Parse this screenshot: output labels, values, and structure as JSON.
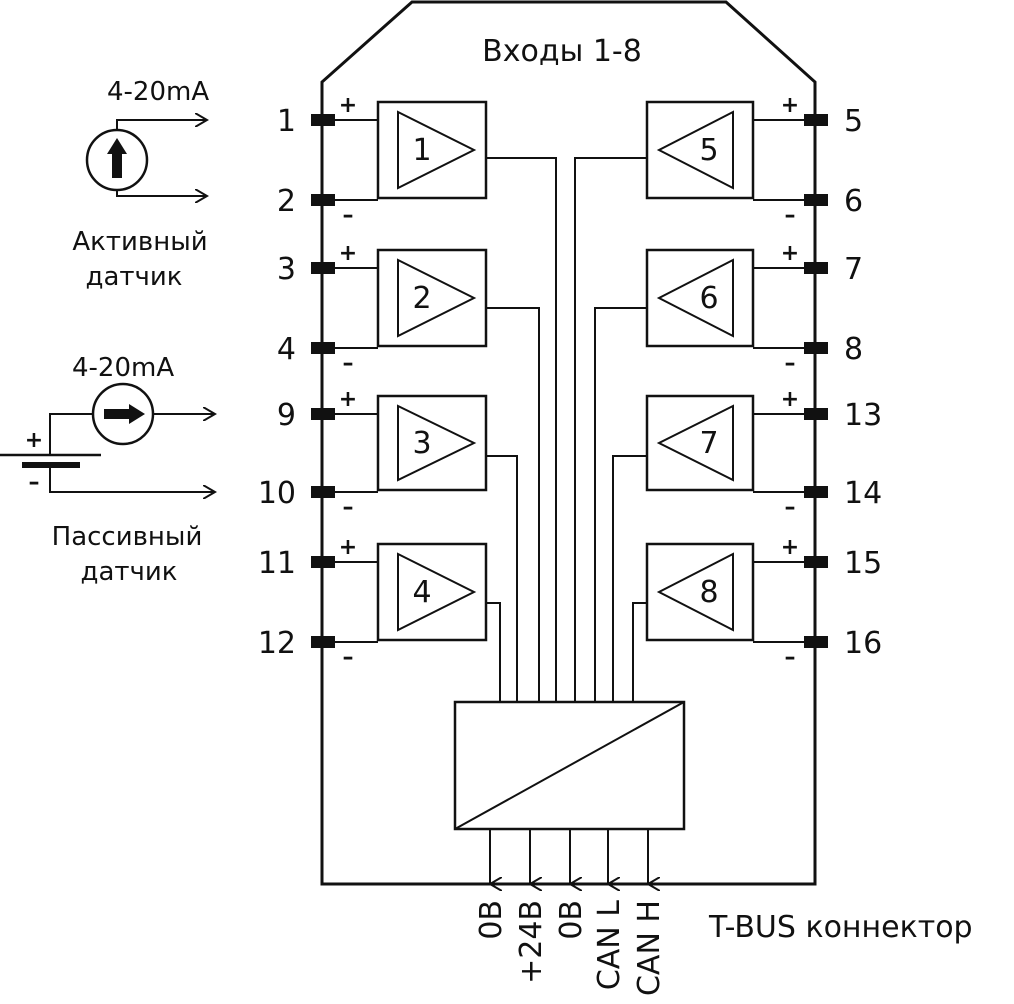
{
  "title": "Входы 1-8",
  "left_channels": [
    {
      "num": "1",
      "top_pin": "1",
      "bot_pin": "2"
    },
    {
      "num": "2",
      "top_pin": "3",
      "bot_pin": "4"
    },
    {
      "num": "3",
      "top_pin": "9",
      "bot_pin": "10"
    },
    {
      "num": "4",
      "top_pin": "11",
      "bot_pin": "12"
    }
  ],
  "right_channels": [
    {
      "num": "5",
      "top_pin": "5",
      "bot_pin": "6"
    },
    {
      "num": "6",
      "top_pin": "7",
      "bot_pin": "8"
    },
    {
      "num": "7",
      "top_pin": "13",
      "bot_pin": "14"
    },
    {
      "num": "8",
      "top_pin": "15",
      "bot_pin": "16"
    }
  ],
  "plus_sign": "+",
  "minus_sign": "–",
  "active_sensor": {
    "current_label": "4-20mA",
    "name_line1": "Активный",
    "name_line2": "датчик"
  },
  "passive_sensor": {
    "current_label": "4-20mA",
    "name_line1": "Пассивный",
    "name_line2": "датчик"
  },
  "bus_outputs": [
    "0В",
    "+24В",
    "0В",
    "CAN L",
    "CAN H"
  ],
  "connector_label": "T-BUS коннектор"
}
